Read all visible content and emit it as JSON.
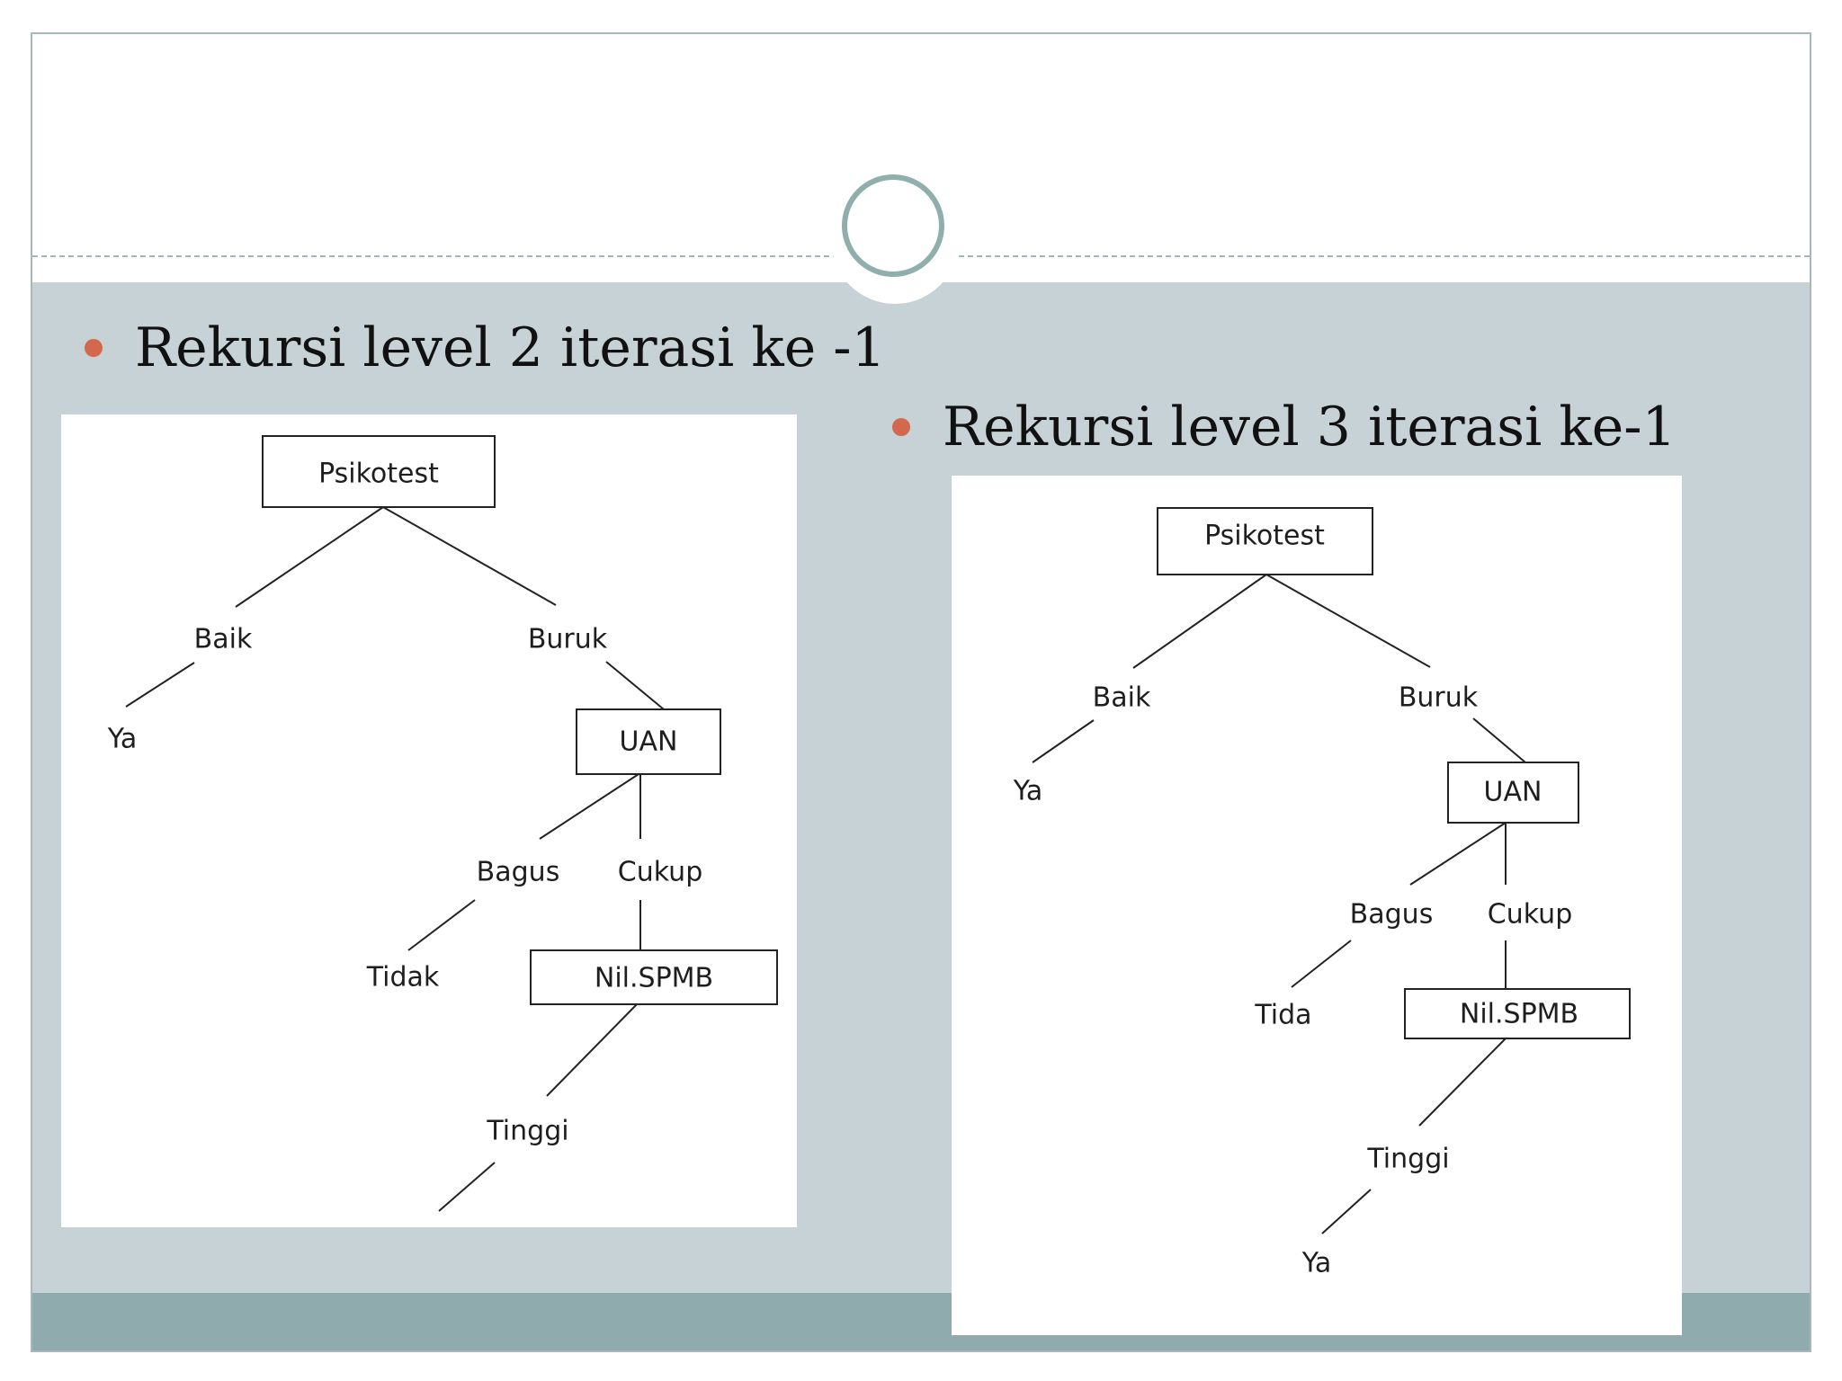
{
  "bullets": {
    "left": "Rekursi level 2 iterasi ke -1",
    "right": "Rekursi level 3 iterasi ke-1"
  },
  "colors": {
    "content_bg": "#c6d2d5",
    "footer_band": "#8fabad",
    "bullet_dot": "#d2694f",
    "ring": "#8faeac"
  },
  "tree_left": {
    "root": "Psikotest",
    "branch_baik": "Baik",
    "branch_buruk": "Buruk",
    "leaf_ya": "Ya",
    "node_uan": "UAN",
    "branch_bagus": "Bagus",
    "branch_cukup": "Cukup",
    "leaf_tidak": "Tidak",
    "node_nilspmb": "Nil.SPMB",
    "branch_tinggi": "Tinggi"
  },
  "tree_right": {
    "root": "Psikotest",
    "branch_baik": "Baik",
    "branch_buruk": "Buruk",
    "leaf_ya": "Ya",
    "node_uan": "UAN",
    "branch_bagus": "Bagus",
    "branch_cukup": "Cukup",
    "leaf_tida": "Tida",
    "node_nilspmb": "Nil.SPMB",
    "branch_tinggi": "Tinggi",
    "leaf_ya2": "Ya"
  }
}
